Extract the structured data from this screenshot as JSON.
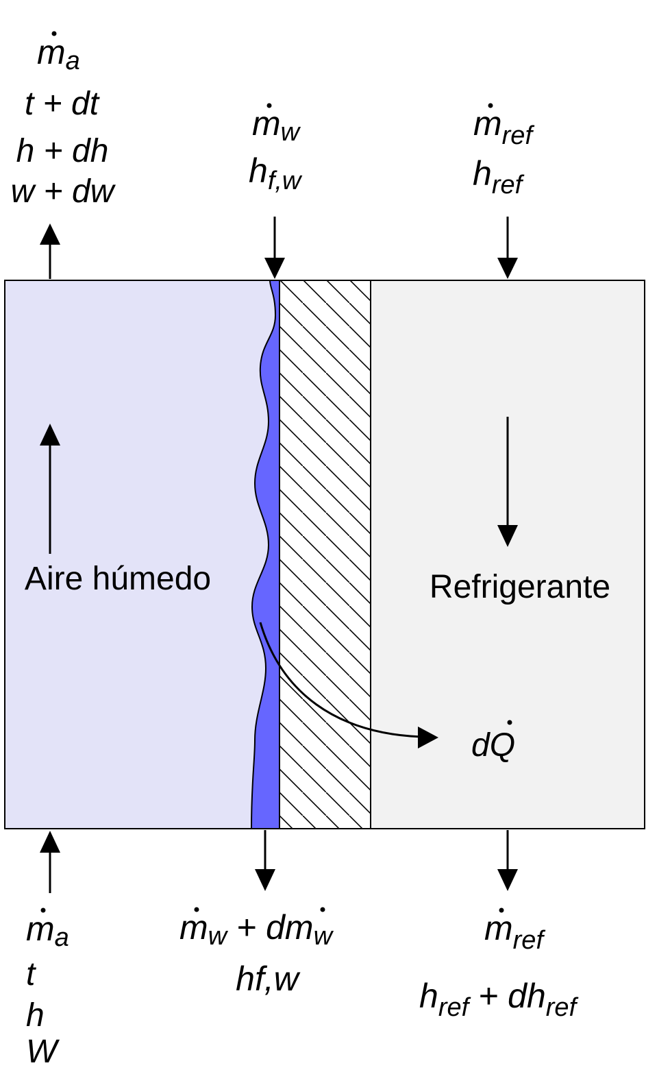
{
  "colors": {
    "air_fill": "#e3e3f8",
    "water_film": "#6666ff",
    "refrigerant_fill": "#f2f2f2",
    "stroke": "#000000"
  },
  "regions": {
    "air_label": "Aire húmedo",
    "refrigerant_label": "Refrigerante"
  },
  "heat": {
    "d": "d",
    "q": "Q"
  },
  "air_out": {
    "m_sym": "m",
    "m_sub": "a",
    "line2": "t + dt",
    "line3": "h + dh",
    "line4": "w + dw"
  },
  "water_in": {
    "m_sym": "m",
    "m_sub": "w",
    "h_sym": "h",
    "h_sub": "f,w"
  },
  "ref_in": {
    "m_sym": "m",
    "m_sub": "ref",
    "h_sym": "h",
    "h_sub": "ref"
  },
  "air_in": {
    "m_sym": "m",
    "m_sub": "a",
    "line2": "t",
    "line3": "h",
    "line4": "W"
  },
  "water_out": {
    "m_sym": "m",
    "m_sub": "w",
    "plus": " + d",
    "m2_sym": "m",
    "m2_sub": "w",
    "line2": "hf,w"
  },
  "ref_out": {
    "m_sym": "m",
    "m_sub": "ref",
    "h_sym": "h",
    "h_sub": "ref",
    "plus": " + dh",
    "h2_sub": "ref"
  }
}
